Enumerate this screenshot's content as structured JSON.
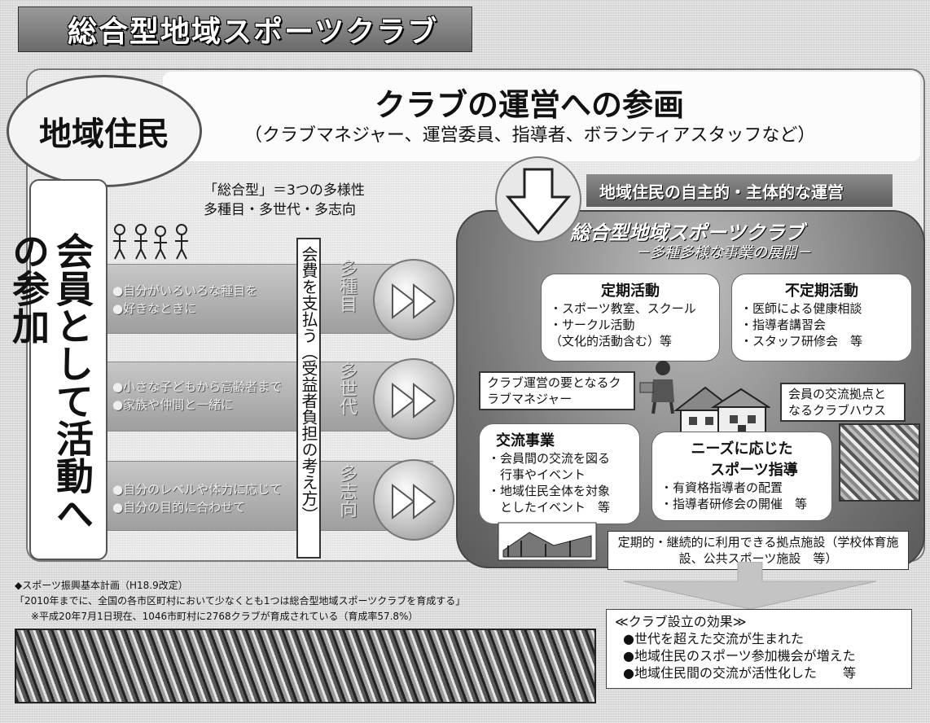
{
  "title": "総合型地域スポーツクラブ",
  "header": {
    "title": "クラブの運営への参画",
    "subtitle": "（クラブマネジャー、運営委員、指導者、ボランティアスタッフなど）"
  },
  "residents": "地域住民",
  "member_activity": "会員として活動への参加",
  "sogo_type": {
    "line1": "「総合型」＝3つの多様性",
    "line2": "多種目・多世代・多志向"
  },
  "bands": [
    {
      "text": "●自分がいろいろな種目を\n●好きなときに",
      "multi": "多種目"
    },
    {
      "text": "●小さな子どもから高齢者まで\n●家族や仲間と一緒に",
      "multi": "多世代"
    },
    {
      "text": "●自分のレベルや体力に応じて\n●自分の目的に合わせて",
      "multi": "多志向"
    }
  ],
  "fee": "会費を支払う（受益者負担の考え方）",
  "operation_banner": "地域住民の自主的・主体的な運営",
  "club": {
    "name": "総合型地域スポーツクラブ",
    "sub": "－多種多様な事業の展開－",
    "regular": {
      "title": "定期活動",
      "items": [
        "・スポーツ教室、スクール",
        "・サークル活動",
        "（文化的活動含む）等"
      ]
    },
    "irregular": {
      "title": "不定期活動",
      "items": [
        "・医師による健康相談",
        "・指導者講習会",
        "・スタッフ研修会　等"
      ]
    },
    "manager_label": "クラブ運営の要となるクラブマネジャー",
    "clubhouse_label": "会員の交流拠点となるクラブハウス",
    "exchange": {
      "title": "交流事業",
      "items": [
        "・会員間の交流を図る",
        "　行事やイベント",
        "・地域住民全体を対象",
        "　としたイベント　等"
      ]
    },
    "needs": {
      "title": "ニーズに応じた",
      "title2": "スポーツ指導",
      "items": [
        "・有資格指導者の配置",
        "・指導者研修会の開催　等"
      ]
    },
    "facility": "定期的・継続的に利用できる拠点施設（学校体育施設、公共スポーツ施設　等）"
  },
  "plan": {
    "line1": "◆スポーツ振興基本計画（H18.9改定）",
    "line2": "「2010年までに、全国の各市区町村において少なくとも1つは総合型地域スポーツクラブを育成する」",
    "line3": "※平成20年7月1日現在、1046市町村に2768クラブが育成されている（育成率57.8%）"
  },
  "effects": {
    "title": "≪クラブ設立の効果≫",
    "items": [
      "●世代を超えた交流が生まれた",
      "●地域住民のスポーツ参加機会が増えた",
      "●地域住民間の交流が活性化した　　等"
    ]
  }
}
